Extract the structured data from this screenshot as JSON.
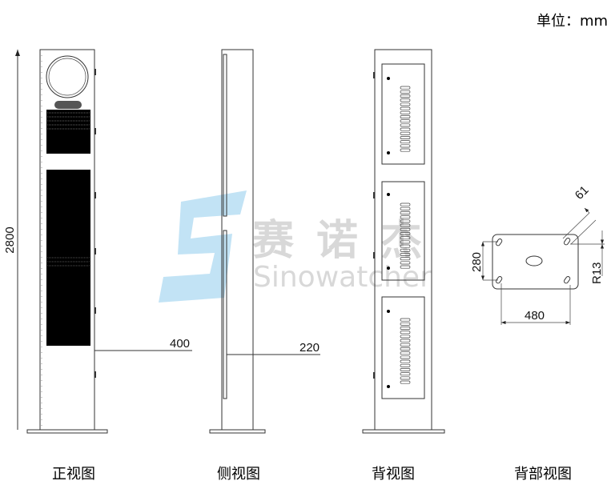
{
  "unit_label": "单位：mm",
  "views": {
    "front": {
      "caption": "正视图",
      "height_dim": "2800",
      "width_dim": "400"
    },
    "side": {
      "caption": "侧视图",
      "depth_dim": "220"
    },
    "back": {
      "caption": "背视图"
    },
    "base": {
      "caption": "背部视图",
      "hole_spacing_y": "280",
      "hole_spacing_x": "480",
      "radius": "R13",
      "diameter": "61"
    }
  },
  "watermark": {
    "cn": "赛诺杰",
    "en": "Sinowatcher"
  },
  "colors": {
    "logo": "#9fd3ef",
    "watermark": "#d4d4d4",
    "line": "#333333"
  }
}
